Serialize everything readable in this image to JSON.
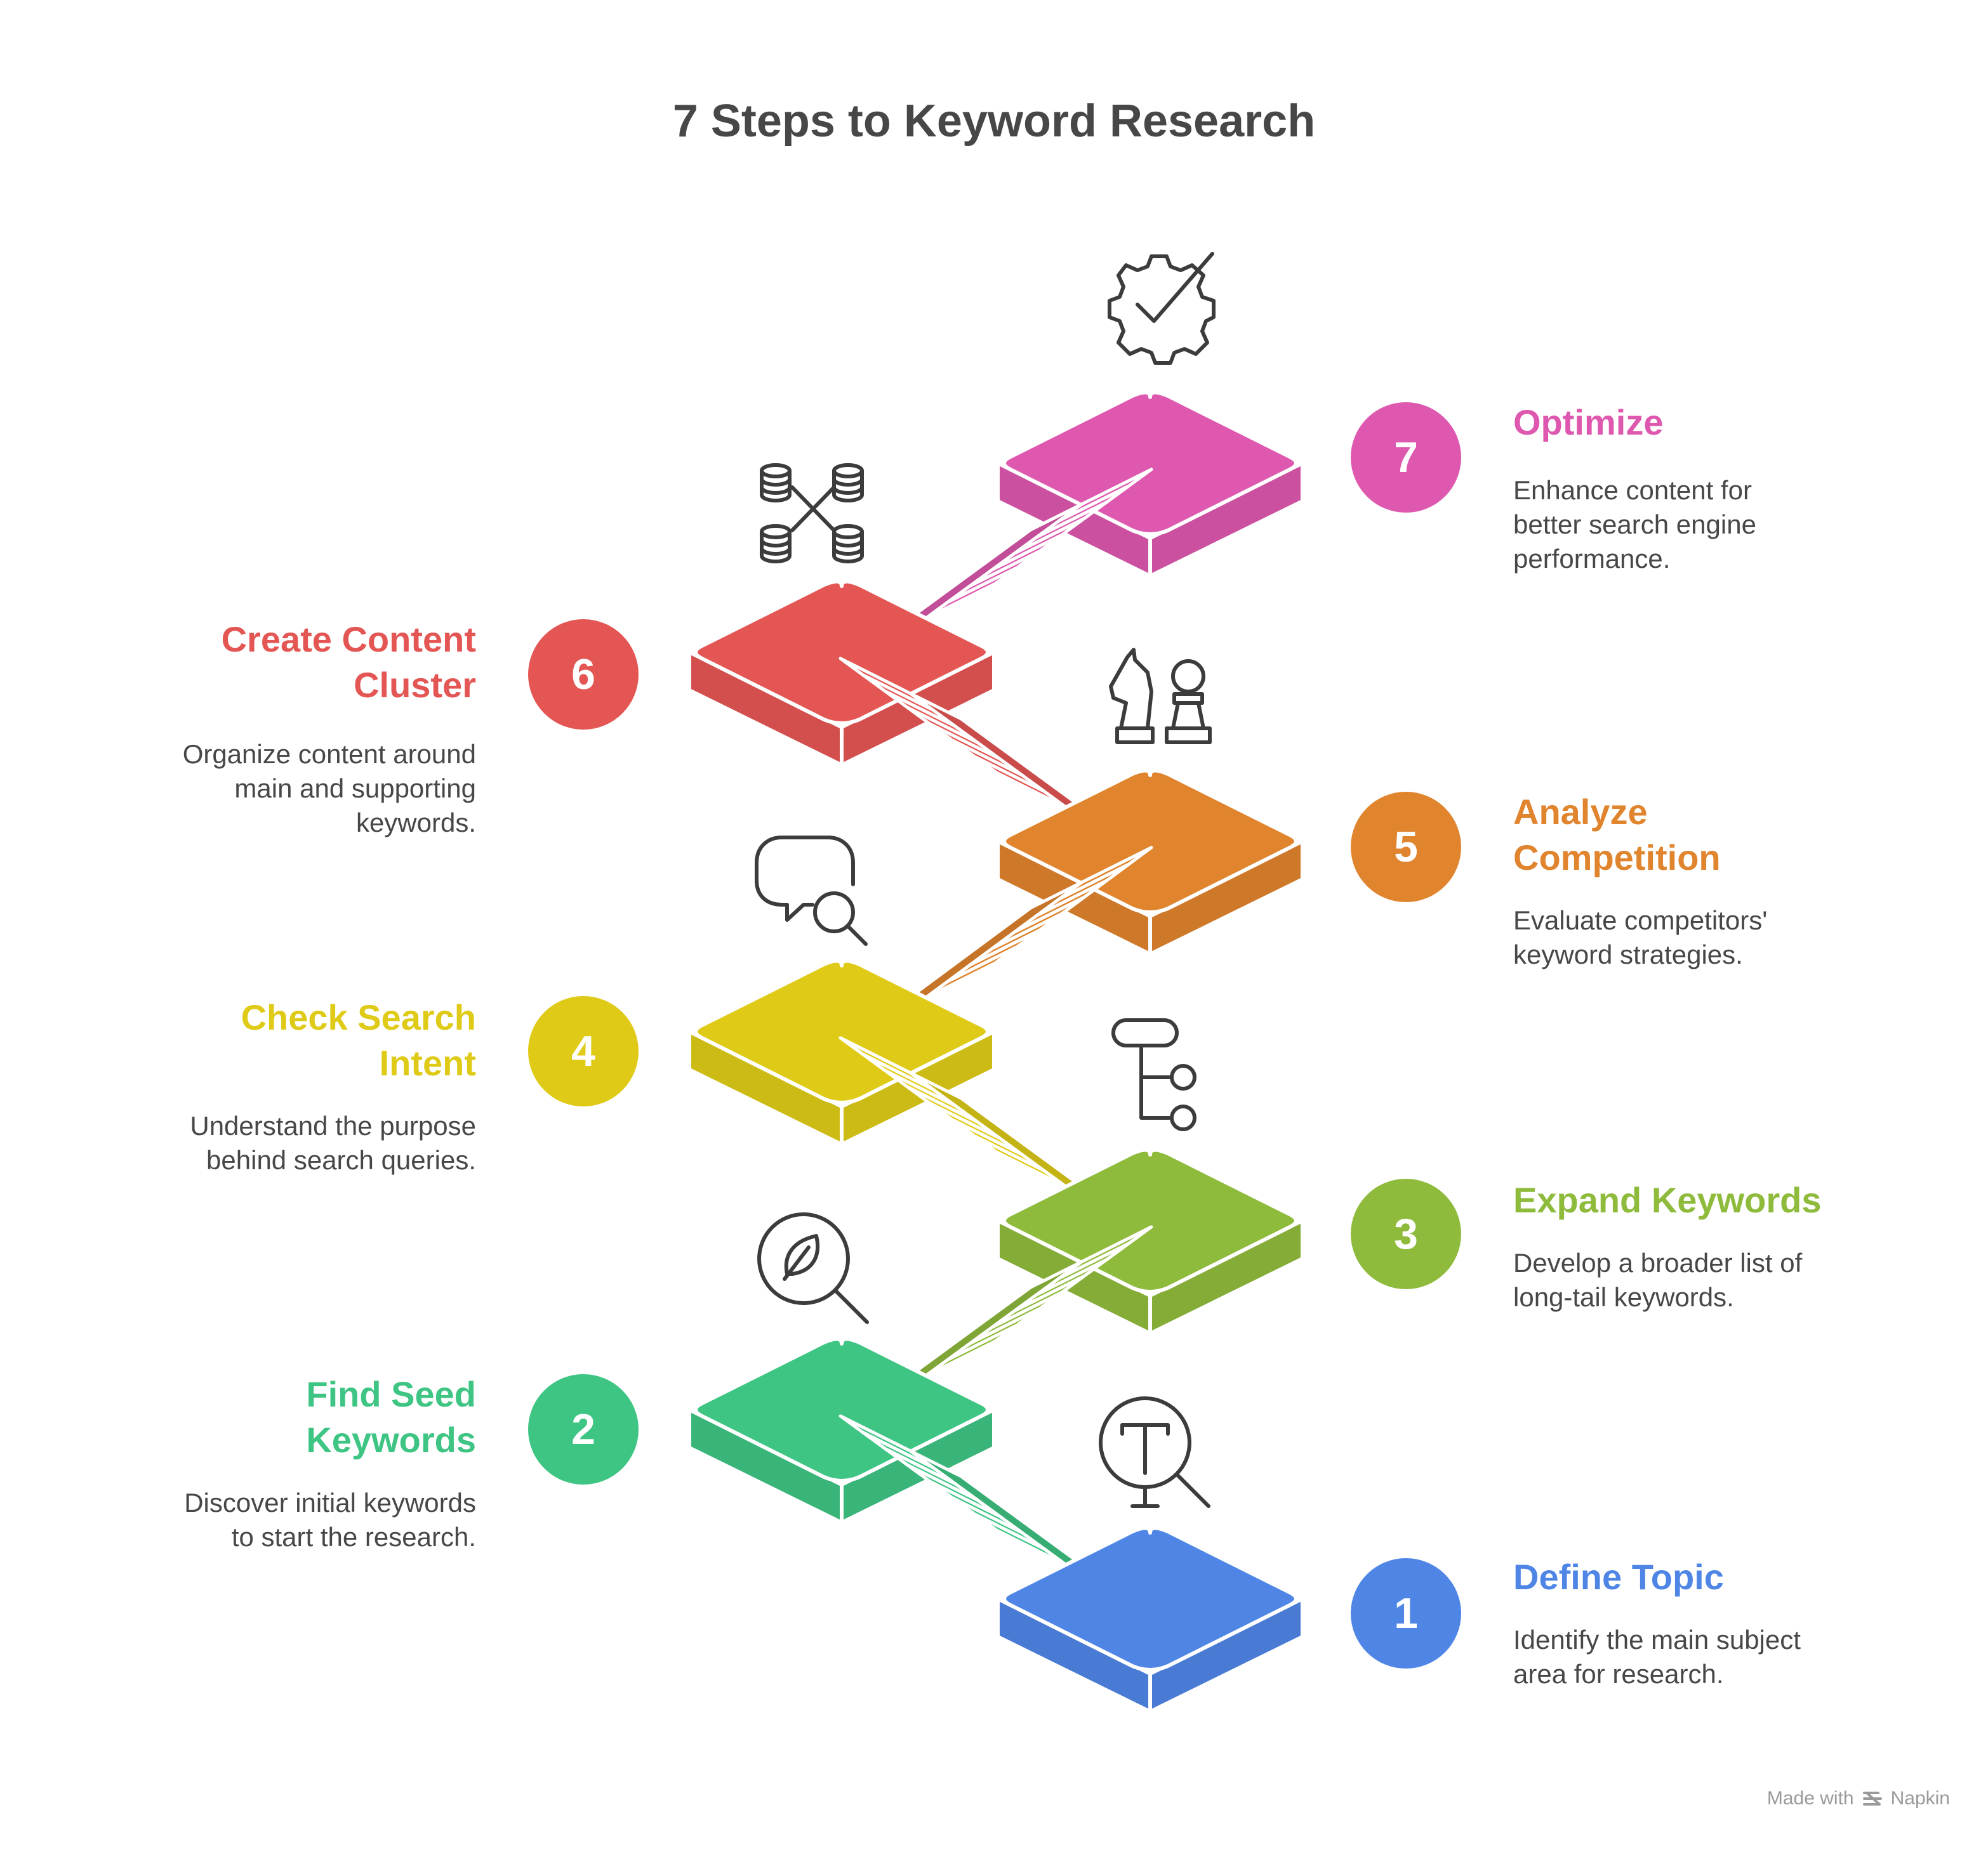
{
  "title": "7 Steps to Keyword Research",
  "steps": [
    {
      "num": "1",
      "title": "Define Topic",
      "desc": [
        "Identify the main subject",
        "area for research."
      ],
      "color": "#4f86e6",
      "icon": "text-search-icon"
    },
    {
      "num": "2",
      "title": "Find Seed",
      "title2": "Keywords",
      "desc": [
        "Discover initial keywords",
        "to start the research."
      ],
      "color": "#3ec584",
      "icon": "leaf-search-icon"
    },
    {
      "num": "3",
      "title": "Expand Keywords",
      "desc": [
        "Develop a broader list of",
        "long-tail keywords."
      ],
      "color": "#8fbb3c",
      "icon": "flowchart-icon"
    },
    {
      "num": "4",
      "title": "Check Search",
      "title2": "Intent",
      "desc": [
        "Understand the purpose",
        "behind search queries."
      ],
      "color": "#dfcb17",
      "icon": "chat-search-icon"
    },
    {
      "num": "5",
      "title": "Analyze",
      "title2": "Competition",
      "desc": [
        "Evaluate competitors'",
        "keyword strategies."
      ],
      "color": "#e0842e",
      "icon": "chess-pieces-icon"
    },
    {
      "num": "6",
      "title": "Create Content",
      "title2": "Cluster",
      "desc": [
        "Organize content around",
        "main and supporting",
        "keywords."
      ],
      "color": "#e45654",
      "icon": "database-network-icon"
    },
    {
      "num": "7",
      "title": "Optimize",
      "desc": [
        "Enhance content for",
        "better search engine",
        "performance."
      ],
      "color": "#dd58ae",
      "icon": "gear-check-icon"
    }
  ],
  "footer": {
    "made_with": "Made with",
    "brand": "Napkin"
  }
}
